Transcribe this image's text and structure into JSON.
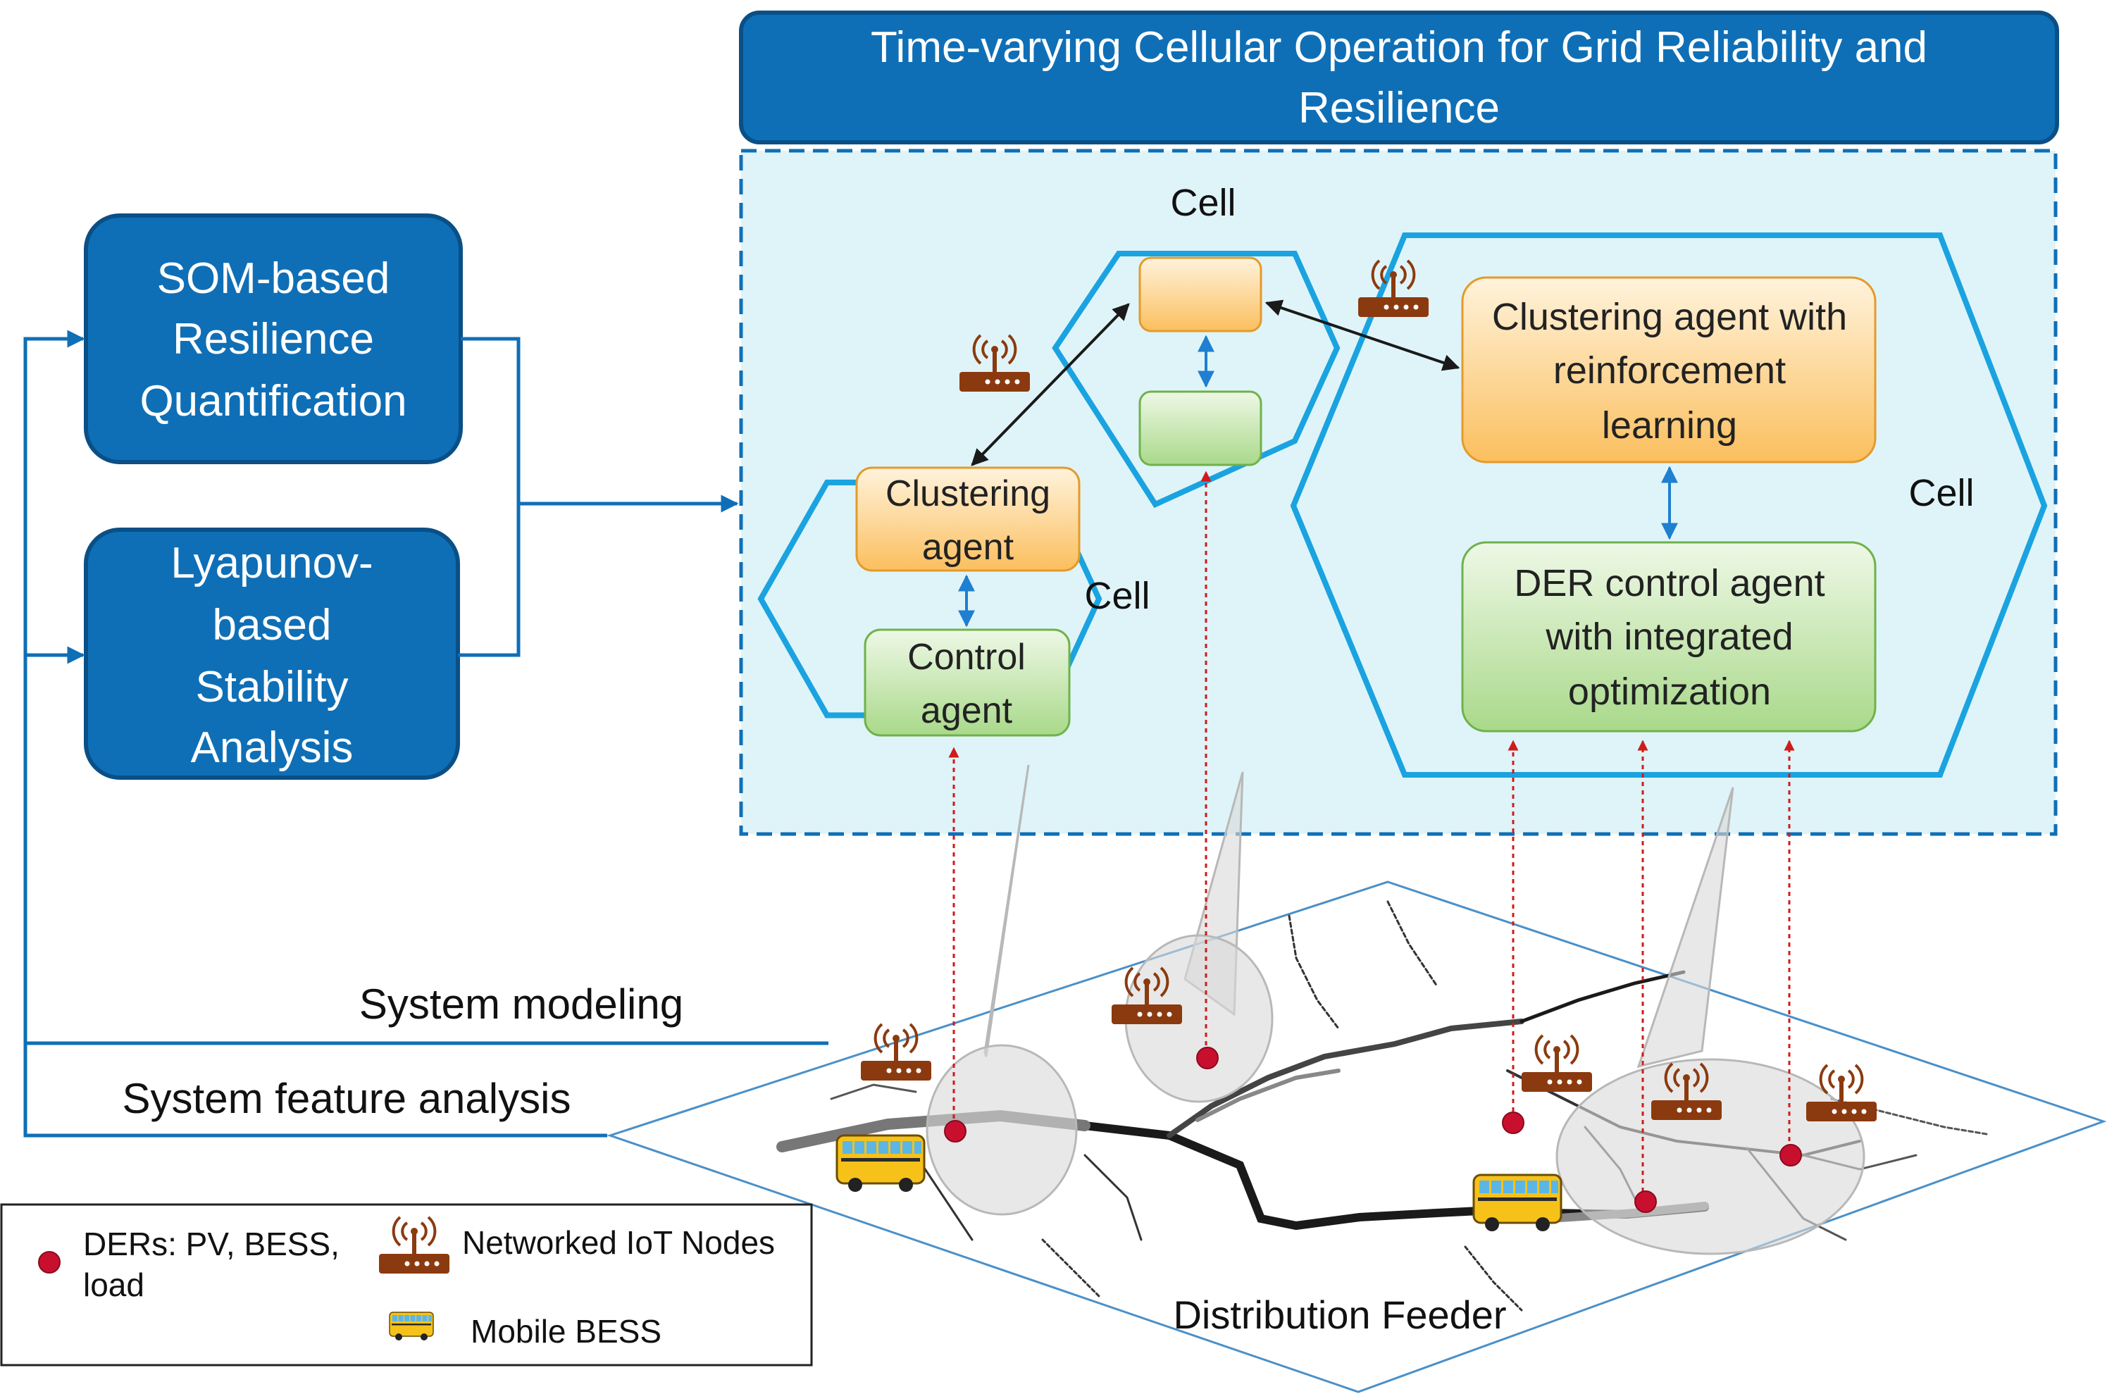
{
  "header": {
    "title_line1": "Time-varying Cellular Operation for Grid Reliability and",
    "title_line2": "Resilience"
  },
  "left_boxes": {
    "som": [
      "SOM-based",
      "Resilience",
      "Quantification"
    ],
    "lyapunov": [
      "Lyapunov-",
      "based",
      "Stability",
      "Analysis"
    ]
  },
  "cells": {
    "label": "Cell",
    "left": {
      "clustering": [
        "Clustering",
        "agent"
      ],
      "control": [
        "Control",
        "agent"
      ]
    },
    "right": {
      "clustering": [
        "Clustering agent with",
        "reinforcement",
        "learning"
      ],
      "control": [
        "DER control agent",
        "with integrated",
        "optimization"
      ]
    }
  },
  "labels": {
    "system_modeling": "System modeling",
    "system_feature": "System feature analysis",
    "feeder": "Distribution Feeder"
  },
  "legend": {
    "der": [
      "DERs: PV, BESS,",
      "load"
    ],
    "iot": "Networked IoT Nodes",
    "mobile": "Mobile BESS"
  },
  "colors": {
    "dark_blue": "#0f6fb6",
    "cell_outline": "#1aa3e0",
    "panel_bg": "#dff4f8",
    "orange_box": "#fcd28a",
    "green_box": "#c6e6ad",
    "der_dot": "#c8102e",
    "router": "#8b3a0f",
    "bus": "#f6c21a"
  },
  "icons": [
    "router-icon",
    "bus-icon",
    "der-dot-icon"
  ]
}
